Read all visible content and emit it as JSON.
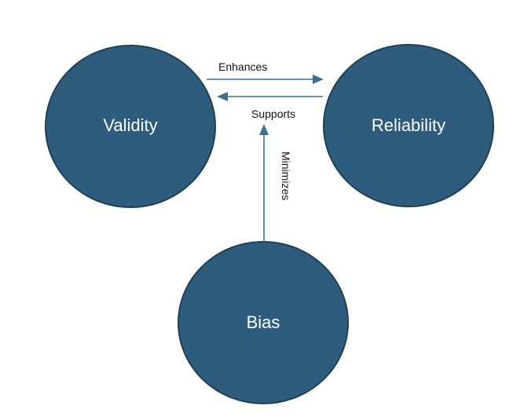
{
  "nodes": {
    "validity": {
      "label": "Validity"
    },
    "reliability": {
      "label": "Reliability"
    },
    "bias": {
      "label": "Bias"
    }
  },
  "edges": {
    "enhances": {
      "label": "Enhances",
      "from": "validity",
      "to": "reliability"
    },
    "supports": {
      "label": "Supports",
      "from": "reliability",
      "to": "validity"
    },
    "minimizes": {
      "label": "Minimizes",
      "from": "bias",
      "to": "supports"
    }
  },
  "colors": {
    "node_fill": "#2e5c7c",
    "node_stroke": "#1f3f57",
    "edge": "#3f6f8f",
    "node_text": "#ffffff",
    "edge_text": "#111111"
  }
}
